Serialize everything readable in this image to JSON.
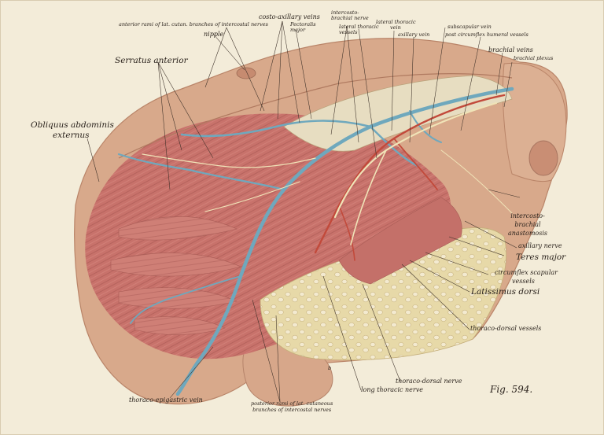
{
  "figure": {
    "caption": "Fig. 594."
  },
  "labels": {
    "anterior_rami": "anterior rami of lat. cutan. branches of intercostal nerves",
    "nipple": "nipple",
    "costo_axillary_veins": "costo-axillary veins",
    "pectoralis_major_1": "Pectoralis",
    "pectoralis_major_2": "major",
    "intercosto_brachial_nerve_1": "intercosto-",
    "intercosto_brachial_nerve_2": "brachial nerve",
    "lateral_thoracic_vessels_1": "lateral thoracic",
    "lateral_thoracic_vessels_2": "vessels",
    "lateral_thoracic_vein_1": "lateral thoracic",
    "lateral_thoracic_vein_2": "vein",
    "axillary_vein": "axillary vein",
    "subscapular_vein": "subscapular vein",
    "post_circumflex": "post circumflex humeral vessels",
    "brachial_veins": "brachial veins",
    "brachial_plexus": "brachial plexus",
    "serratus_anterior": "Serratus anterior",
    "obliquus_1": "Obliquus abdominis",
    "obliquus_2": "externus",
    "intercosto_brachial_anast_1": "intercosto-",
    "intercosto_brachial_anast_2": "brachial",
    "intercosto_brachial_anast_3": "anastomosis",
    "axillary_nerve": "axillary nerve",
    "teres_major": "Teres major",
    "circumflex_scapular_1": "circumflex scapular",
    "circumflex_scapular_2": "vessels",
    "latissimus_dorsi": "Latissimus dorsi",
    "thoraco_dorsal_vessels": "thoraco-dorsal vessels",
    "thoraco_dorsal_nerve": "thoraco-dorsal nerve",
    "long_thoracic_nerve": "long thoracic nerve",
    "thoraco_epigastric_vein": "thoraco-epigastric vein",
    "posterior_rami_1": "posterior rami of lat. cutaneous",
    "posterior_rami_2": "branches of intercostal nerves",
    "b_mark": "b"
  },
  "colors": {
    "background": "#f3ecd9",
    "skin": "#d7a98c",
    "muscle": "#c7716a",
    "fat": "#e9dcae",
    "vein": "#6fa8bd",
    "artery": "#c24a3b",
    "nerve": "#eee2b8",
    "leader": "#3a2e26"
  }
}
